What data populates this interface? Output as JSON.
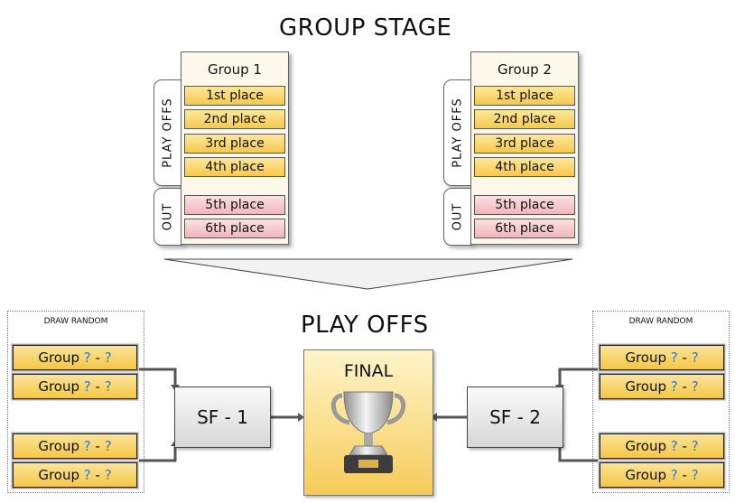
{
  "titles": {
    "group_stage": "GROUP STAGE",
    "play_offs": "PLAY OFFS"
  },
  "groups": [
    {
      "name": "Group 1",
      "places": [
        "1st place",
        "2nd place",
        "3rd place",
        "4th place",
        "5th place",
        "6th place"
      ]
    },
    {
      "name": "Group 2",
      "places": [
        "1st place",
        "2nd place",
        "3rd place",
        "4th place",
        "5th place",
        "6th place"
      ]
    }
  ],
  "tabs": {
    "playoffs": "PLAY OFFS",
    "out": "OUT"
  },
  "draw_label": "DRAW RANDOM",
  "slot": {
    "prefix": "Group ",
    "mid": " - ",
    "placeholder": "?"
  },
  "semifinals": {
    "left": "SF - 1",
    "right": "SF - 2"
  },
  "final": {
    "label": "FINAL"
  },
  "colors": {
    "gold": "#f7c94d",
    "pink": "#f1b5bc",
    "question": "#3a77c9"
  }
}
